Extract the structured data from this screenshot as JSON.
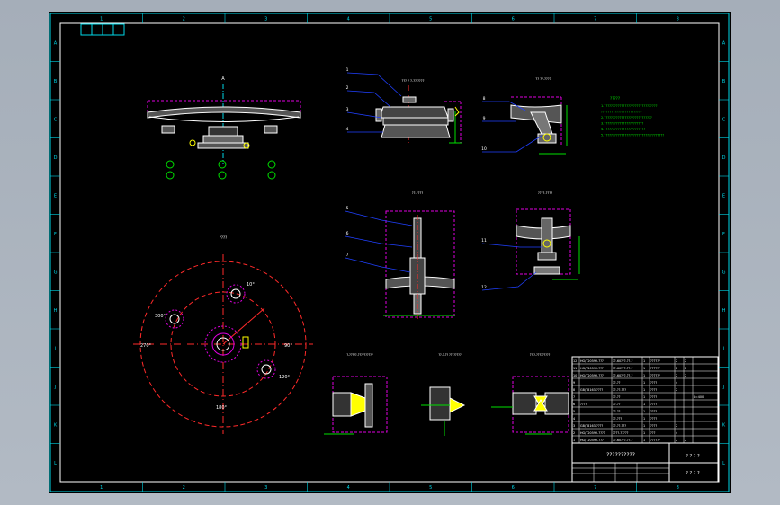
{
  "title_block": {
    "drawing_title": "??????????",
    "title_right_1": "? ? ? ?",
    "title_right_2": "? ? ? ?"
  },
  "views": {
    "v1_label": "A",
    "v2_label": "??? ? ?-?? ????",
    "v3_label": "?? ??-????",
    "v4_label": "??-????",
    "v5_label": "????-????",
    "v6_label": "????",
    "v7_label": "?-?????-??????????",
    "v8_label": "??-?-?? ????????",
    "v9_label": "??-?-?????????",
    "numbers": [
      "1",
      "2",
      "3",
      "4",
      "5",
      "6",
      "7",
      "8",
      "9",
      "10",
      "11",
      "12"
    ],
    "nozzle_angles": {
      "a10": "10°",
      "a300": "300°",
      "a120": "120°",
      "a90": "90°",
      "a270": "270°",
      "a180": "180°"
    }
  },
  "notes": {
    "heading": "?????",
    "lines": [
      "1.???????????????????????????????",
      "  ????????????????????????",
      "2.????????????????????????????",
      "3.???????????????????????",
      "4.????????????????????????",
      "5.???????????????????????????????????"
    ]
  },
  "parts_list": {
    "rows": [
      [
        "12",
        "HG/T20592-???",
        "??-60???-??-?",
        "1",
        "??????",
        "2",
        "2",
        ""
      ],
      [
        "11",
        "HG/T20592-???",
        "??-60???-??-?",
        "1",
        "??????",
        "2",
        "2",
        ""
      ],
      [
        "10",
        "HG/T20592-???",
        "??-60???-??-?",
        "1",
        "??????",
        "2",
        "2",
        ""
      ],
      [
        "9",
        "",
        "??-??",
        "1",
        "????",
        "4",
        "",
        ""
      ],
      [
        "8",
        "GB/T8163-????",
        "??-??-???",
        "1",
        "????",
        "2",
        "",
        ""
      ],
      [
        "7",
        "",
        "??-??",
        "1",
        "????",
        "",
        "",
        "L=400"
      ],
      [
        "6",
        "????",
        "??-??",
        "1",
        "????",
        "",
        "",
        ""
      ],
      [
        "5",
        "",
        "??-??",
        "1",
        "????",
        "",
        "",
        ""
      ],
      [
        "4",
        "",
        "??-???",
        "1",
        "????",
        "",
        "",
        ""
      ],
      [
        "3",
        "GB/T8163-????",
        "??-??-???",
        "1",
        "????",
        "2",
        "",
        ""
      ],
      [
        "2",
        "HG/T20592-????",
        "????-?????",
        "1",
        "???",
        "4",
        "",
        ""
      ],
      [
        "1",
        "HG/T20592-???",
        "??-60???-??-?",
        "1",
        "??????",
        "2",
        "2",
        ""
      ]
    ]
  },
  "border": {
    "cols": [
      "1",
      "2",
      "3",
      "4",
      "5",
      "6",
      "7",
      "8"
    ],
    "rows": [
      "A",
      "B",
      "C",
      "D",
      "E",
      "F",
      "G",
      "H",
      "I",
      "J",
      "K",
      "L"
    ]
  },
  "colors": {
    "line_white": "#ffffff",
    "line_cyan": "#00d8e8",
    "line_magenta": "#e000e0",
    "line_red": "#ff2a2a",
    "line_green": "#00e000",
    "line_yellow": "#ffff00",
    "line_blue": "#2040ff"
  }
}
